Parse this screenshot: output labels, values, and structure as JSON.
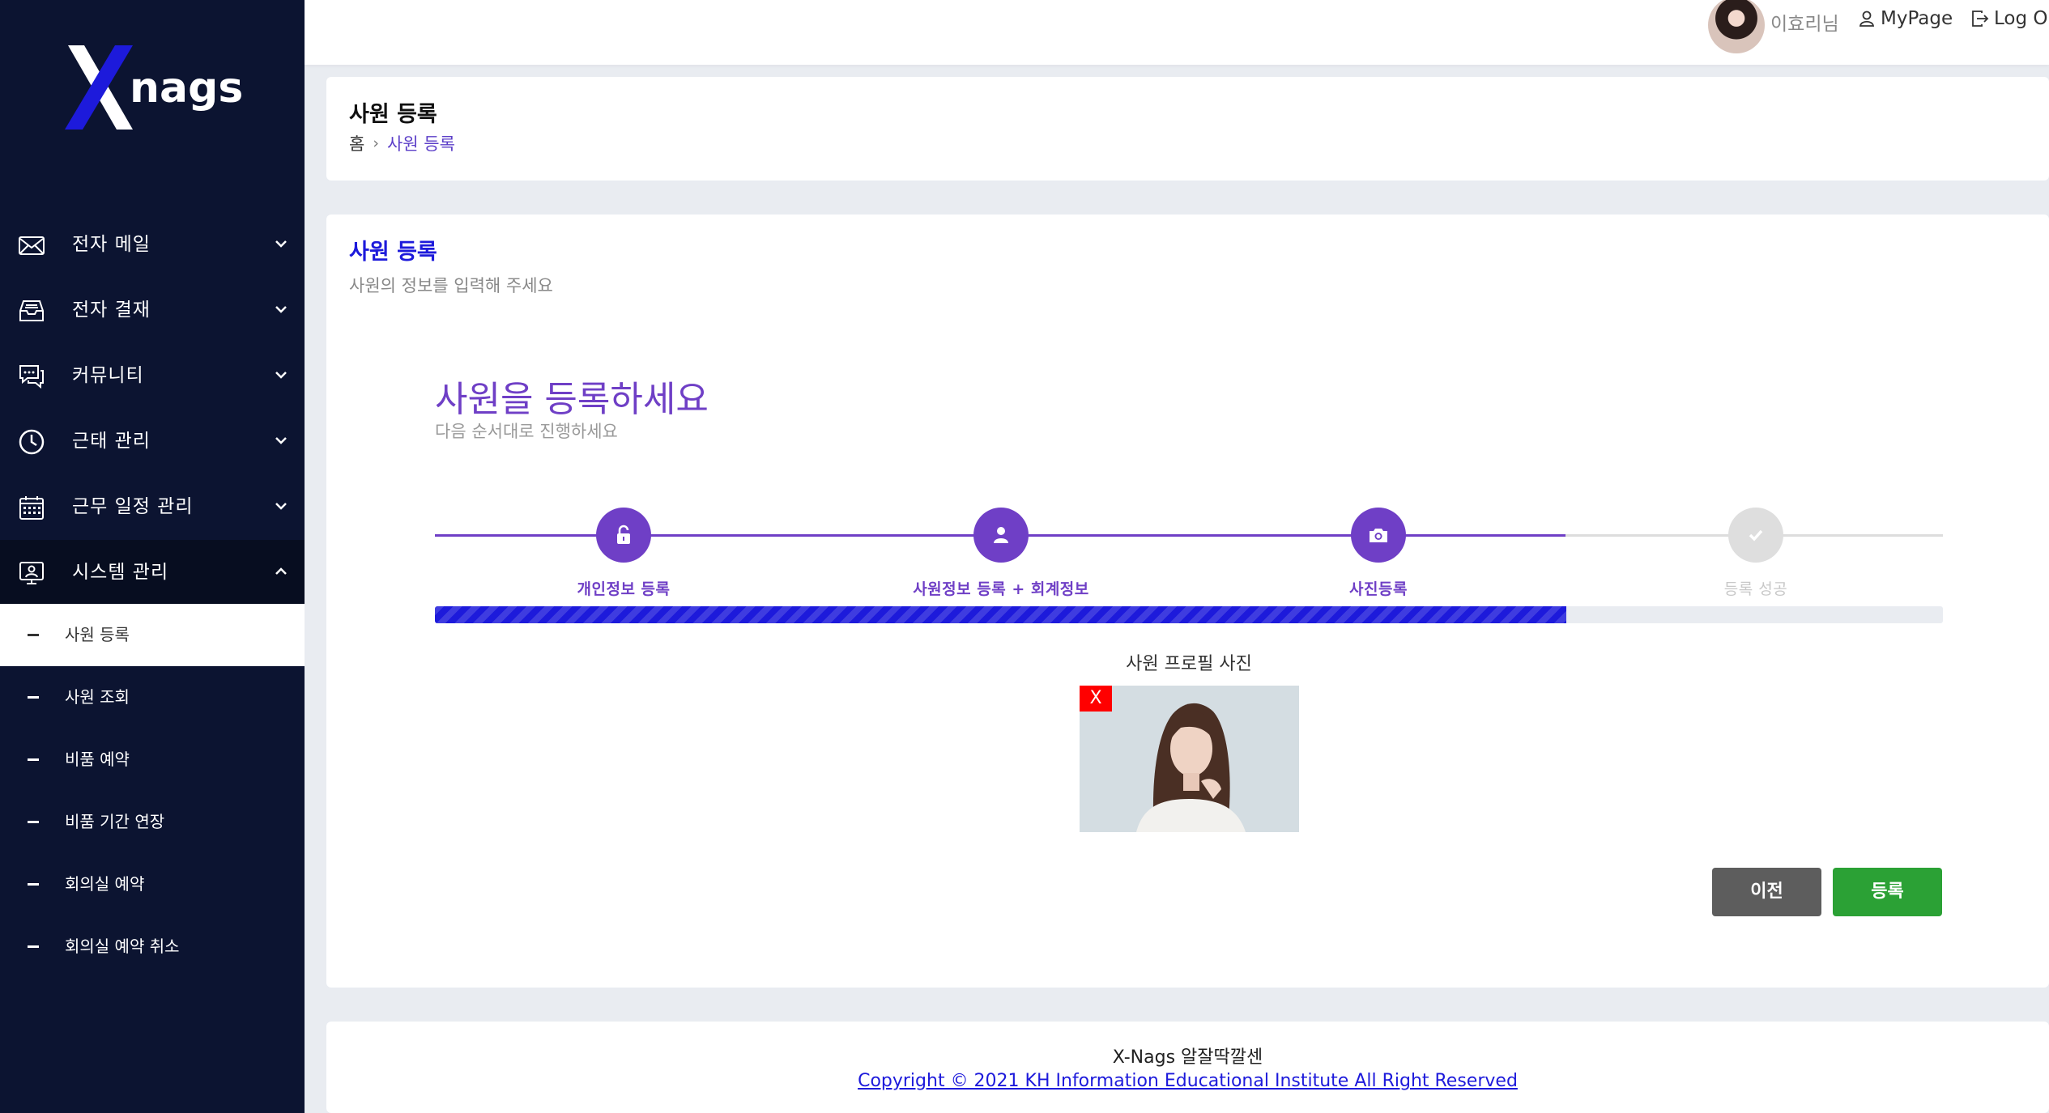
{
  "app": {
    "logo_text": "Xnags",
    "colors": {
      "sidebar": "#0c1431",
      "accent": "#6f3fc6",
      "primary": "#1d1adb",
      "success": "#2ba135",
      "danger": "#ff0000"
    }
  },
  "sidebar": {
    "menu": [
      {
        "label": "전자 메일",
        "icon": "mail-icon"
      },
      {
        "label": "전자 결재",
        "icon": "inbox-tray-icon"
      },
      {
        "label": "커뮤니티",
        "icon": "chat-bubbles-icon"
      },
      {
        "label": "근태 관리",
        "icon": "clock-icon"
      },
      {
        "label": "근무 일정 관리",
        "icon": "calendar-icon"
      },
      {
        "label": "시스템 관리",
        "icon": "monitor-user-icon"
      }
    ],
    "submenu": [
      {
        "label": "사원 등록"
      },
      {
        "label": "사원 조회"
      },
      {
        "label": "비품 예약"
      },
      {
        "label": "비품 기간 연장"
      },
      {
        "label": "회의실 예약"
      },
      {
        "label": "회의실 예약 취소"
      }
    ]
  },
  "topbar": {
    "user_name": "이효리님",
    "mypage_label": "MyPage",
    "logout_label": "Log Out"
  },
  "header": {
    "title": "사원 등록",
    "breadcrumb_home": "홈",
    "breadcrumb_sep": "›",
    "breadcrumb_current": "사원 등록"
  },
  "main": {
    "section_title": "사원 등록",
    "section_subtitle": "사원의 정보를 입력해 주세요",
    "wizard_title": "사원을 등록하세요",
    "wizard_subtitle": "다음 순서대로 진행하세요",
    "steps": [
      {
        "label": "개인정보 등록",
        "icon": "unlock-icon",
        "status": "done"
      },
      {
        "label": "사원정보 등록 + 회계정보",
        "icon": "user-icon",
        "status": "done"
      },
      {
        "label": "사진등록",
        "icon": "camera-icon",
        "status": "current"
      },
      {
        "label": "등록 성공",
        "icon": "check-icon",
        "status": "todo"
      }
    ],
    "progress_percent": 75,
    "photo_label": "사원 프로필 사진",
    "photo_remove_label": "X",
    "prev_label": "이전",
    "submit_label": "등록"
  },
  "footer": {
    "brand": "X-Nags 알잘딱깔센",
    "copyright": "Copyright © 2021 KH Information Educational Institute All Right Reserved"
  }
}
